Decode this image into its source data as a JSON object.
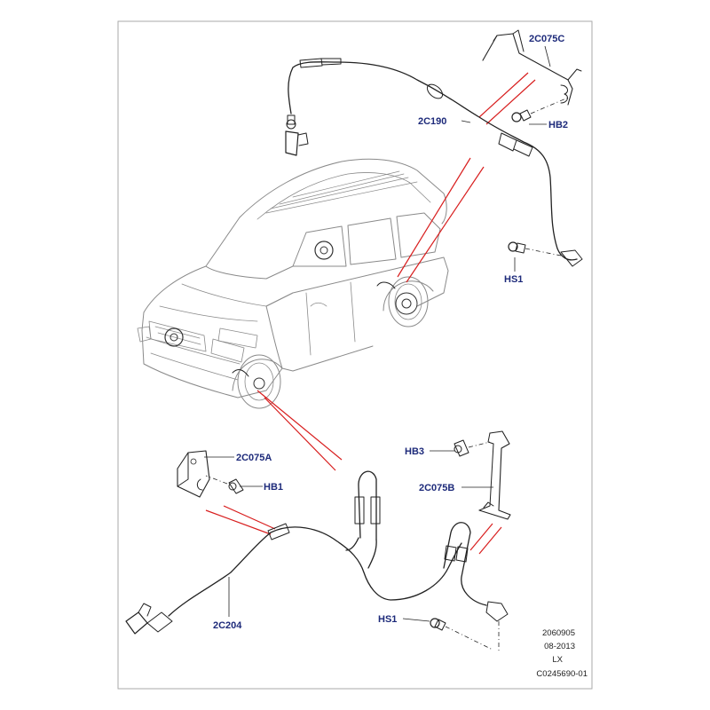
{
  "callouts": {
    "c2C075C": "2C075C",
    "c2C190": "2C190",
    "cHB2": "HB2",
    "cHS1_top": "HS1",
    "c2C075A": "2C075A",
    "cHB1": "HB1",
    "cHB3": "HB3",
    "c2C075B": "2C075B",
    "c2C204": "2C204",
    "cHS1_bottom": "HS1"
  },
  "info_block": {
    "line1": "2060905",
    "line2": "08-2013",
    "line3": "LX",
    "line4": "C0245690-01"
  },
  "colors": {
    "callout_text": "#1d2a7a",
    "highlight_line": "#d81e1e",
    "part_line": "#222222",
    "vehicle_line": "#8a8a8a",
    "border": "#aaaaaa"
  }
}
